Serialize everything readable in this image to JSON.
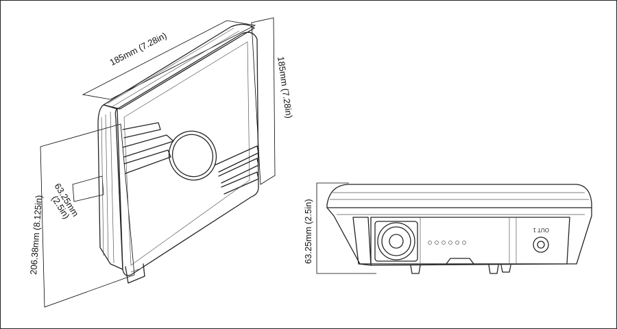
{
  "perspective_view": {
    "width_label": "185mm (7.28in)",
    "height_top_label": "185mm (7.28in)",
    "depth_label_line1": "63.25mm",
    "depth_label_line2": "(2.5in)",
    "total_height_label": "206.38mm (8.125in)"
  },
  "bottom_view": {
    "depth_label": "63.25mm (2.5in)",
    "port_label": "OUT 1"
  }
}
